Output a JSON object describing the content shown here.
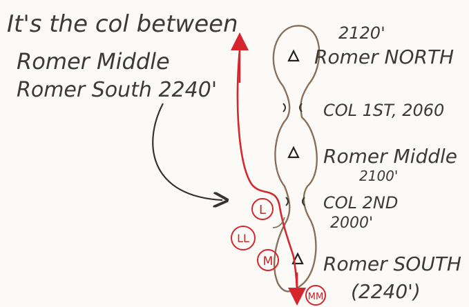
{
  "note": {
    "line1": "It's the col between",
    "line2": "Romer Middle",
    "line3": "Romer South 2240'"
  },
  "peaks": {
    "north": {
      "name": "Romer NORTH",
      "elevation": "2120'"
    },
    "col1": {
      "label": "COL 1ST, 2060"
    },
    "middle": {
      "name": "Romer Middle",
      "elevation": "2100'"
    },
    "col2": {
      "label": "COL 2ND",
      "elevation": "2000'"
    },
    "south": {
      "name": "Romer SOUTH",
      "elevation": "(2240')"
    }
  },
  "markers": {
    "l": "L",
    "ll": "LL",
    "m": "M",
    "mm": "MM"
  },
  "colors": {
    "ink": "#3a3a3a",
    "ridge": "#8a6f5a",
    "route": "#d4262c"
  }
}
